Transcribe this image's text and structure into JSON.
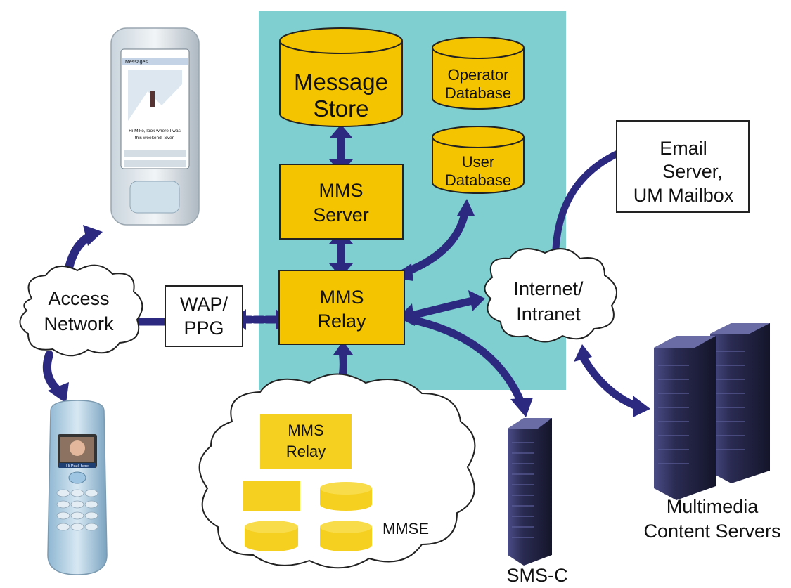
{
  "colors": {
    "panel": "#7fcfd0",
    "component": "#f5c400",
    "component_border": "#222222",
    "arrow": "#2b2a80",
    "mmse_component": "#f5d020",
    "server_dark": "#23243f",
    "server_light": "#5b5e9a"
  },
  "nodes": {
    "message_store": {
      "line1": "Message",
      "line2": "Store"
    },
    "operator_database": {
      "line1": "Operator",
      "line2": "Database"
    },
    "user_database": {
      "line1": "User",
      "line2": "Database"
    },
    "mms_server": {
      "line1": "MMS",
      "line2": "Server"
    },
    "mms_relay": {
      "line1": "MMS",
      "line2": "Relay"
    },
    "wap_ppg": {
      "line1": "WAP/",
      "line2": "PPG"
    },
    "access_network": {
      "line1": "Access",
      "line2": "Network"
    },
    "internet": {
      "line1": "Internet/",
      "line2": "Intranet"
    },
    "email_server": {
      "line1": "Email",
      "line2": "Server,",
      "line3": "UM Mailbox"
    },
    "mmse_relay": {
      "line1": "MMS",
      "line2": "Relay"
    },
    "mmse_label": "MMSE",
    "sms_c": "SMS-C",
    "content_servers": {
      "line1": "Multimedia",
      "line2": "Content Servers"
    }
  },
  "devices": {
    "pda_phone": {
      "title": "Messages",
      "line1": "Hi Mike, look where I was",
      "line2": "this weekend. Sven"
    },
    "mobile_phone": {
      "caption": "Hi Paul, here"
    }
  }
}
